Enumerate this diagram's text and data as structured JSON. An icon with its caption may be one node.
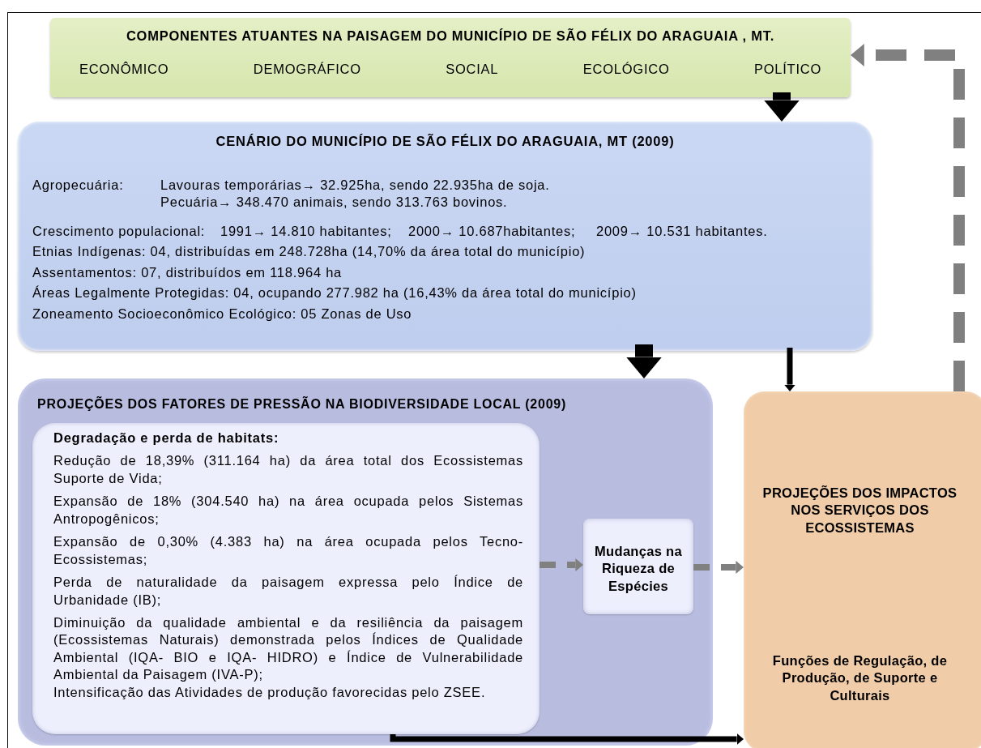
{
  "diagram": {
    "nodes": [
      {
        "text": [
          "COMPONENTES ATUANTES  NA PAISAGEM DO MUNICÍPIO DE SÃO FÉLIX DO ARAGUAIA , MT.",
          "ECONÔMICO",
          "DEMOGRÁFICO",
          "SOCIAL",
          "ECOLÓGICO",
          "POLÍTICO"
        ]
      },
      {
        "text": [
          "CENÁRIO DO MUNICÍPIO DE SÃO FÉLIX DO ARAGUAIA, MT (2009)",
          "Agropecuária:",
          "Lavouras temporárias→ 32.925ha, sendo 22.935ha de soja.",
          "Pecuária→ 348.470 animais, sendo 313.763 bovinos.",
          "Crescimento populacional:",
          "1991→ 14.810 habitantes;",
          "2000→ 10.687habitantes;",
          "2009→ 10.531 habitantes.",
          "Etnias Indígenas: 04, distribuídas em 248.728ha (14,70% da área total do município)",
          "Assentamentos: 07, distribuídos em 118.964 ha",
          "Áreas Legalmente  Protegidas: 04, ocupando  277.982 ha (16,43% da área total do município)",
          "Zoneamento Socioeconômico Ecológico: 05 Zonas de Uso"
        ]
      },
      {
        "text": [
          "PROJEÇÕES DOS FATORES DE PRESSÃO NA BIODIVERSIDADE LOCAL (2009)"
        ]
      },
      {
        "text": [
          "Degradação e perda de habitats:",
          "Redução de 18,39% (311.164 ha) da área total dos Ecossistemas Suporte de Vida;",
          "Expansão de 18% (304.540 ha) na área ocupada pelos Sistemas Antropogênicos;",
          "Expansão de 0,30% (4.383 ha) na área ocupada pelos Tecno-Ecossistemas;",
          "Perda de naturalidade da paisagem  expressa pelo Índice de Urbanidade (IB);",
          "Diminuição da qualidade ambiental e da resiliência da paisagem (Ecossistemas Naturais) demonstrada pelos Índices de Qualidade Ambiental (IQA- BIO e IQA- HIDRO) e Índice de Vulnerabilidade Ambiental da Paisagem (IVA-P);",
          "Intensificação das Atividades de produção favorecidas pelo ZSEE."
        ],
        "in": 2
      },
      {
        "text": [
          "Mudanças na Riqueza de Espécies"
        ],
        "in": 2
      },
      {
        "text": [
          "PROJEÇÕES DOS IMPACTOS NOS SERVIÇOS DOS ECOSSISTEMAS",
          "Funções de Regulação, de Produção, de Suporte e Culturais"
        ]
      }
    ],
    "edges": [
      {
        "from": 0,
        "to": 1,
        "arrow": "to",
        "style": "thick"
      },
      {
        "from": 1,
        "to": 2,
        "arrow": "to",
        "style": "thick"
      },
      {
        "from": 1,
        "to": 5,
        "arrow": "to"
      },
      {
        "from": 3,
        "to": 4,
        "arrow": "to",
        "style": "dashed",
        "color": "#808080"
      },
      {
        "from": 4,
        "to": 5,
        "arrow": "to",
        "style": "dashed",
        "color": "#808080"
      },
      {
        "from": 3,
        "to": 5,
        "arrow": "to"
      },
      {
        "from": 5,
        "to": 0,
        "arrow": "to",
        "style": "dashed",
        "color": "#808080"
      }
    ]
  }
}
